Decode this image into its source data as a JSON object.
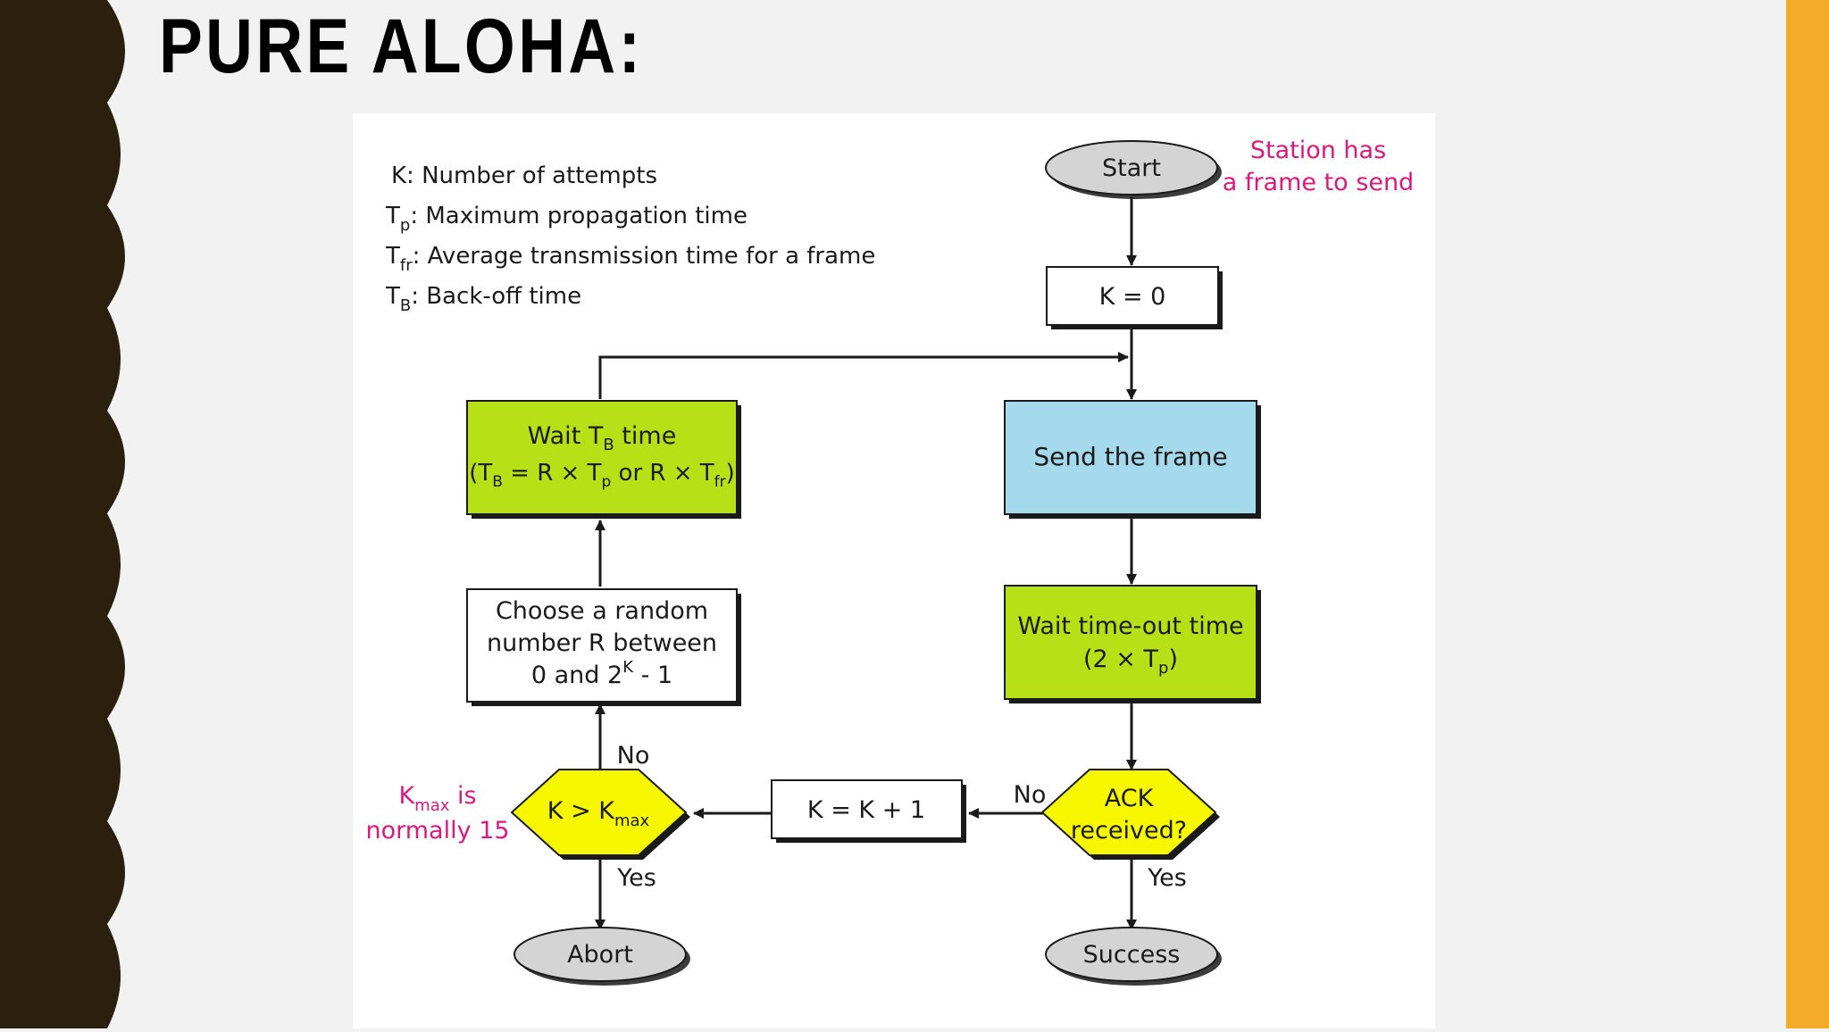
{
  "slide": {
    "title": "PURE ALOHA:",
    "colors": {
      "left_band": "#2b1f0e",
      "right_bar": "#f5ab2a",
      "background": "#f2f2f2",
      "panel": "#ffffff"
    }
  },
  "diagram": {
    "legend": {
      "k": "K: Number of attempts",
      "tp": {
        "sym": "T",
        "sub": "p",
        "rest": ": Maximum propagation time"
      },
      "tfr": {
        "sym": "T",
        "sub": "fr",
        "rest": ": Average transmission time for a frame"
      },
      "tb": {
        "sym": "T",
        "sub": "B",
        "rest": ": Back-off time"
      }
    },
    "start": "Start",
    "start_note": [
      "Station has",
      "a frame to send"
    ],
    "k_init": "K = 0",
    "send_frame": "Send the frame",
    "wait_timeout": {
      "line1": "Wait time-out time",
      "line2_pre": "(2 × T",
      "line2_sub": "p",
      "line2_post": ")"
    },
    "ack": {
      "line1": "ACK",
      "line2": "received?"
    },
    "ack_no": "No",
    "ack_yes": "Yes",
    "k_increment": "K = K + 1",
    "k_check": {
      "pre": "K > K",
      "sub": "max"
    },
    "k_no": "No",
    "k_yes": "Yes",
    "kmax_note": {
      "pre": "K",
      "sub": "max",
      "post": " is",
      "line2": "normally 15"
    },
    "choose_random": {
      "line1": "Choose a random",
      "line2": "number R between",
      "line3_pre": "0 and 2",
      "line3_sup": "K",
      "line3_post": " - 1"
    },
    "wait_tb": {
      "line1_pre": "Wait T",
      "line1_sub": "B",
      "line1_post": " time",
      "l2a": "(T",
      "l2b": "B",
      "l2c": " = R × T",
      "l2d": "p",
      "l2e": " or R × T",
      "l2f": "fr",
      "l2g": ")"
    },
    "abort": "Abort",
    "success": "Success",
    "colors": {
      "terminal": "#d4d4d4",
      "process_green": "#b8e016",
      "process_blue": "#a5d9ec",
      "decision_yellow": "#f7f700",
      "note_pink": "#e0177e",
      "line": "#1a1a1a"
    }
  }
}
